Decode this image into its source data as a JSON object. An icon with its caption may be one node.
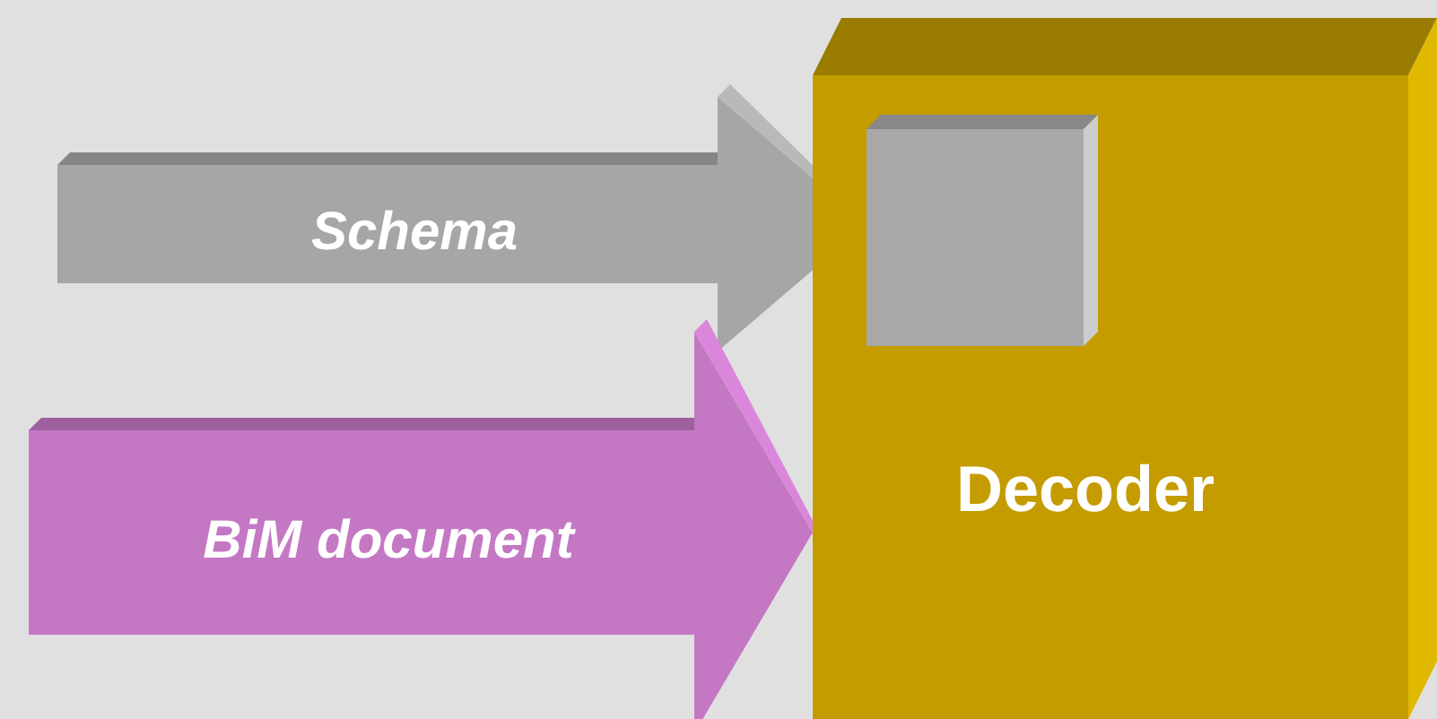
{
  "diagram": {
    "nodes": [
      {
        "text": [
          "Decoder"
        ]
      },
      {
        "text": [],
        "shape": "box",
        "in": 0
      }
    ],
    "edges": [
      {
        "from": null,
        "to": 1,
        "arrow": "to",
        "label": "Schema",
        "color": "#a6a6a6"
      },
      {
        "from": null,
        "to": 0,
        "arrow": "to",
        "label": "BiM document",
        "color": "#c478c4"
      }
    ]
  }
}
